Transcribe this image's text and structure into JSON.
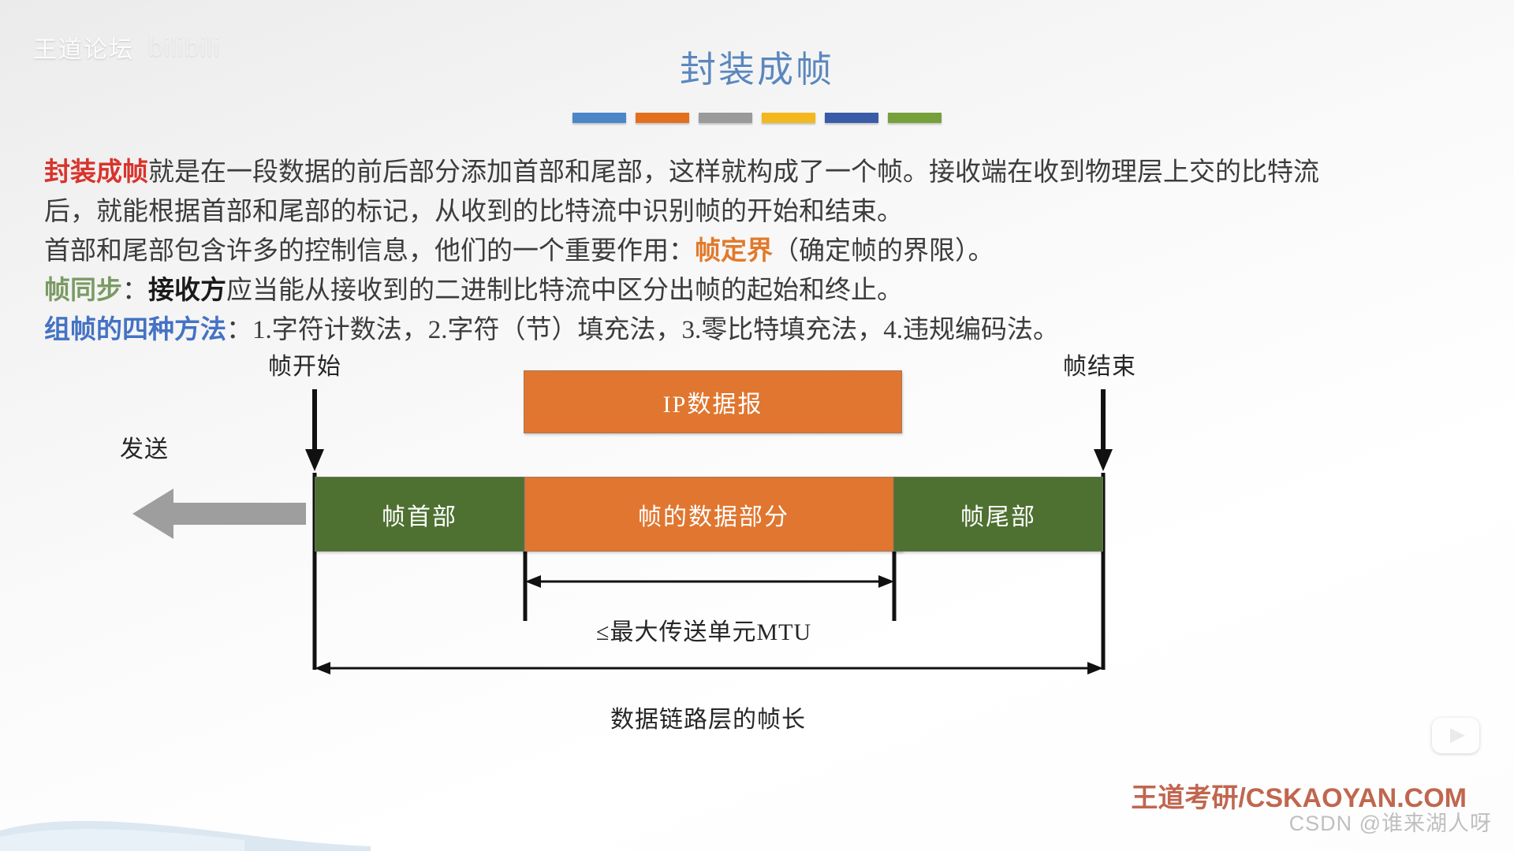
{
  "watermarks": {
    "top_left_text": "王道论坛",
    "top_left_platform": "bilibili",
    "csdn": "CSDN @谁来湖人呀",
    "player_icon": "bilibili-tv-play-icon"
  },
  "title": {
    "text": "封装成帧",
    "color": "#5b87bd"
  },
  "accent_bars": [
    {
      "name": "bar-blue",
      "color": "#4a86c8"
    },
    {
      "name": "bar-orange",
      "color": "#e2701e"
    },
    {
      "name": "bar-gray",
      "color": "#9a9a9a"
    },
    {
      "name": "bar-yellow",
      "color": "#f4b81e"
    },
    {
      "name": "bar-darkblue",
      "color": "#3a5ba8"
    },
    {
      "name": "bar-green",
      "color": "#76a03c"
    }
  ],
  "body": {
    "line1_a": "封装成帧",
    "line1_b": "就是在一段数据的前后部分添加首部和尾部，这样就构成了一个帧。接收端在收到物理层上交的比特流",
    "line2": "后，就能根据首部和尾部的标记，从收到的比特流中识别帧的开始和结束。",
    "line3_a": "首部和尾部包含许多的控制信息，他们的一个重要作用：",
    "line3_b": "帧定界",
    "line3_c": "（确定帧的界限）。",
    "line4_a": "帧同步",
    "line4_b": "：",
    "line4_c": "接收方",
    "line4_d": "应当能从接收到的二进制比特流中区分出帧的起始和终止。",
    "line5_a": "组帧的四种方法",
    "line5_b": "：1.字符计数法，2.字符（节）填充法，3.零比特填充法，4.违规编码法。"
  },
  "diagram": {
    "label_frame_start": "帧开始",
    "label_frame_end": "帧结束",
    "label_send": "发送",
    "box_ip_datagram": "IP数据报",
    "box_frame_header": "帧首部",
    "box_frame_data": "帧的数据部分",
    "box_frame_trailer": "帧尾部",
    "label_mtu": "≤最大传送单元MTU",
    "label_frame_length": "数据链路层的帧长",
    "colors": {
      "orange": "#e0762f",
      "green": "#4e7031",
      "arrow_gray": "#9e9e9e",
      "arrow_black": "#1a1a1a"
    }
  },
  "branding": {
    "footer": "王道考研/CSKAOYAN.COM",
    "color": "#c0664f"
  }
}
